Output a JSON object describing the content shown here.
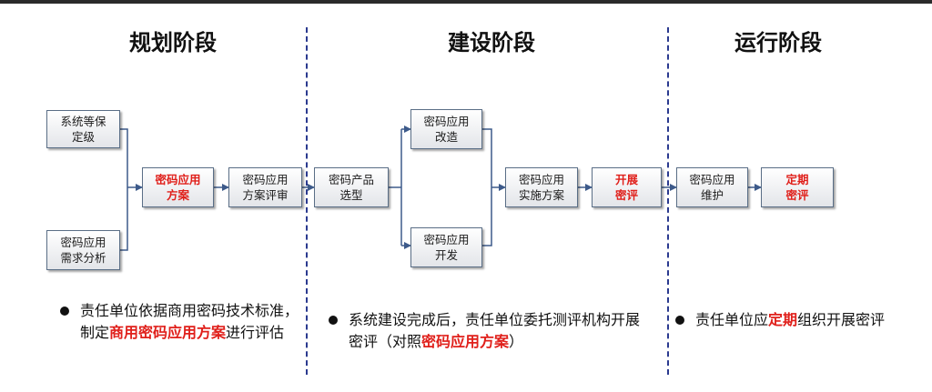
{
  "colors": {
    "accent": "#e0201b",
    "divider": "#2b3a8f",
    "box_border": "#5a6e86",
    "line": "#3d5a8a"
  },
  "stages": [
    {
      "title": "规划阶段"
    },
    {
      "title": "建设阶段"
    },
    {
      "title": "运行阶段"
    }
  ],
  "boxes": {
    "grading": [
      "系统等保",
      "定级"
    ],
    "requirements": [
      "密码应用",
      "需求分析"
    ],
    "plan": [
      "密码应用",
      "方案"
    ],
    "plan_review": [
      "密码应用",
      "方案评审"
    ],
    "product_select": [
      "密码产品",
      "选型"
    ],
    "retrofit": [
      "密码应用",
      "改造"
    ],
    "develop": [
      "密码应用",
      "开发"
    ],
    "impl_plan": [
      "密码应用",
      "实施方案"
    ],
    "assess": [
      "开展",
      "密评"
    ],
    "maintain": [
      "密码应用",
      "维护"
    ],
    "periodic_assess": [
      "定期",
      "密评"
    ]
  },
  "notes": {
    "planning": {
      "pre": "责任单位依据商用密码技术标准，制定",
      "highlight": "商用密码应用方案",
      "post": "进行评估"
    },
    "construction": {
      "pre": "系统建设完成后，责任单位委托测评机构开展密评（对照",
      "highlight": "密码应用方案",
      "post": "）"
    },
    "operation": {
      "pre": "责任单位应",
      "highlight": "定期",
      "post": "组织开展密评"
    }
  }
}
